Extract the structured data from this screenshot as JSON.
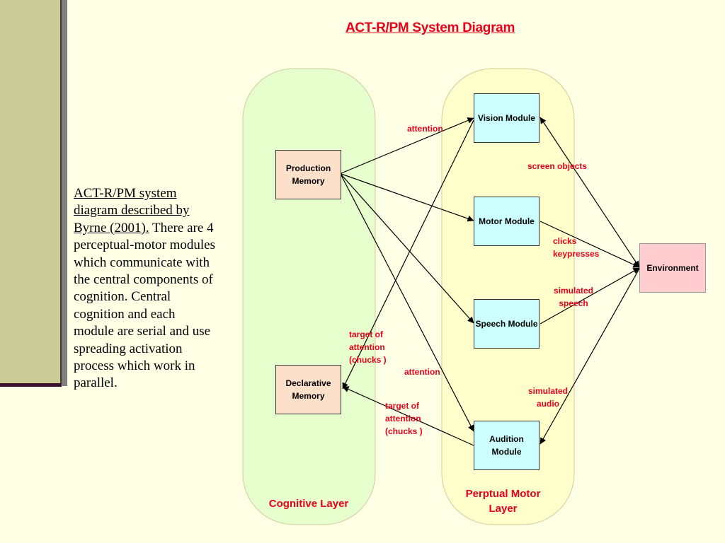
{
  "title": "ACT-R/PM System Diagram",
  "description": {
    "underlined": "ACT-R/PM system diagram described by Byrne (2001).",
    "body": "There are 4 perceptual-motor modules which communicate with the central components of cognition.  Central cognition and each module are serial and use spreading activation process which work in parallel."
  },
  "layers": {
    "cognitive": "Cognitive Layer",
    "perceptual_motor": "Perptual Motor Layer"
  },
  "nodes": {
    "production_memory": "Production Memory",
    "declarative_memory": "Declarative Memory",
    "vision_module": "Vision Module",
    "motor_module": "Motor Module",
    "speech_module": "Speech Module",
    "audition_module": "Audition Module",
    "environment": "Environment"
  },
  "edge_labels": {
    "attention_vision": "attention",
    "screen_objects": "screen objects",
    "clicks": "clicks",
    "keypresses": "keypresses",
    "simulated_speech": "simulated speech",
    "target_vision": "target of attention (chucks )",
    "attention_audition": "attention",
    "simulated_audio": "simulated audio",
    "target_audition": "target of attention (chucks )"
  },
  "colors": {
    "accent": "#e8001c",
    "background": "#ffffe5",
    "cognitive_layer": "#e6ffcc",
    "perceptual_layer": "#ffffcc"
  }
}
